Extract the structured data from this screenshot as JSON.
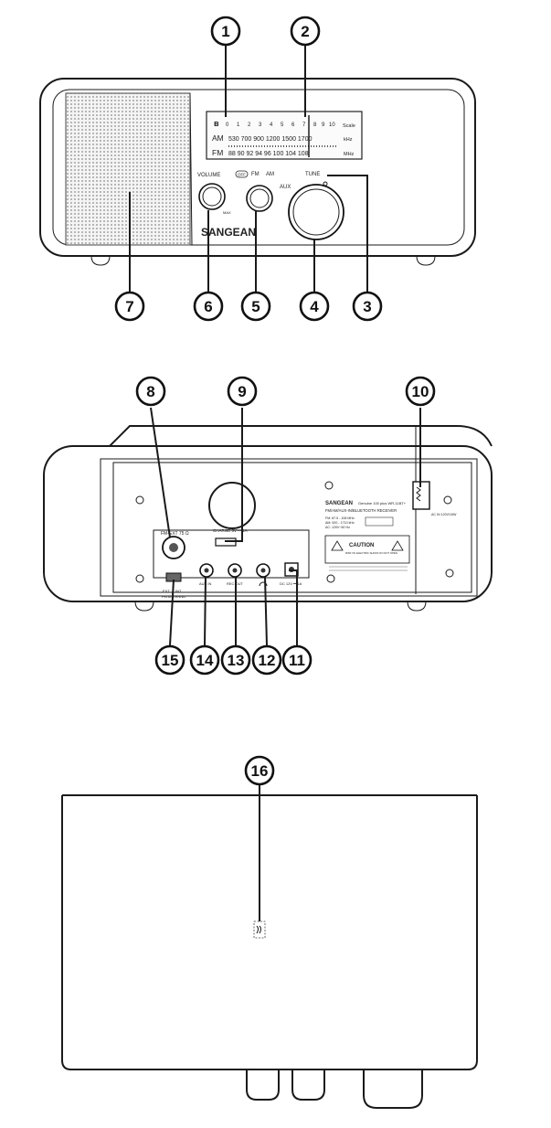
{
  "front_panel": {
    "dial": {
      "bt_symbol": "ʙ",
      "scale_row": [
        "0",
        "1",
        "2",
        "3",
        "4",
        "5",
        "6",
        "7",
        "8",
        "9",
        "10"
      ],
      "scale_unit": "Scale",
      "am_band": "AM",
      "am_values": "530 700  900     1200  1500  1700",
      "am_unit": "kHz",
      "fm_band": "FM",
      "fm_values": "88 90 92 94 96    100   104   108",
      "fm_unit": "MHz"
    },
    "volume_label": "VOLUME",
    "volume_max": "MAX",
    "off_label": "OFF",
    "fm_label": "FM",
    "am_label": "AM",
    "aux_label": "AUX",
    "tune_label": "TUNE",
    "brand": "SANGEAN"
  },
  "rear_panel": {
    "antenna_label": "FM-EXT 75 Ω",
    "charge_label": "CHARGE 5V ⎓ 1A",
    "brand": "SANGEAN",
    "model_line": "Genuine 100 plus  WR-11BT+",
    "receiver_line": "FM/AM/AUX-IN/BLUETOOTH RECEIVER",
    "freq_lines": [
      "FM: 87.5 - 108 MHz",
      "AM: 520 - 1710 kHz",
      "AC: 120V~60 Hz"
    ],
    "caution_label": "CAUTION",
    "caution_sub": "RISK OF ELECTRIC SHOCK DO NOT OPEN",
    "ac_label": "AC IN 120V/15W",
    "aux_in_label": "AUX IN",
    "rec_out_label": "REC OUT",
    "dc_label": "DC 12V ⎓ 1A",
    "antenna_switch_label": "FM ANTENNA",
    "switch_positions": [
      "EXT",
      "INT"
    ]
  },
  "callouts": [
    {
      "num": "1"
    },
    {
      "num": "2"
    },
    {
      "num": "3"
    },
    {
      "num": "4"
    },
    {
      "num": "5"
    },
    {
      "num": "6"
    },
    {
      "num": "7"
    },
    {
      "num": "8"
    },
    {
      "num": "9"
    },
    {
      "num": "10"
    },
    {
      "num": "11"
    },
    {
      "num": "12"
    },
    {
      "num": "13"
    },
    {
      "num": "14"
    },
    {
      "num": "15"
    },
    {
      "num": "16"
    }
  ],
  "colors": {
    "line": "#1a1a1a",
    "speaker_grille": "#d9d9d9",
    "background": "#ffffff"
  }
}
